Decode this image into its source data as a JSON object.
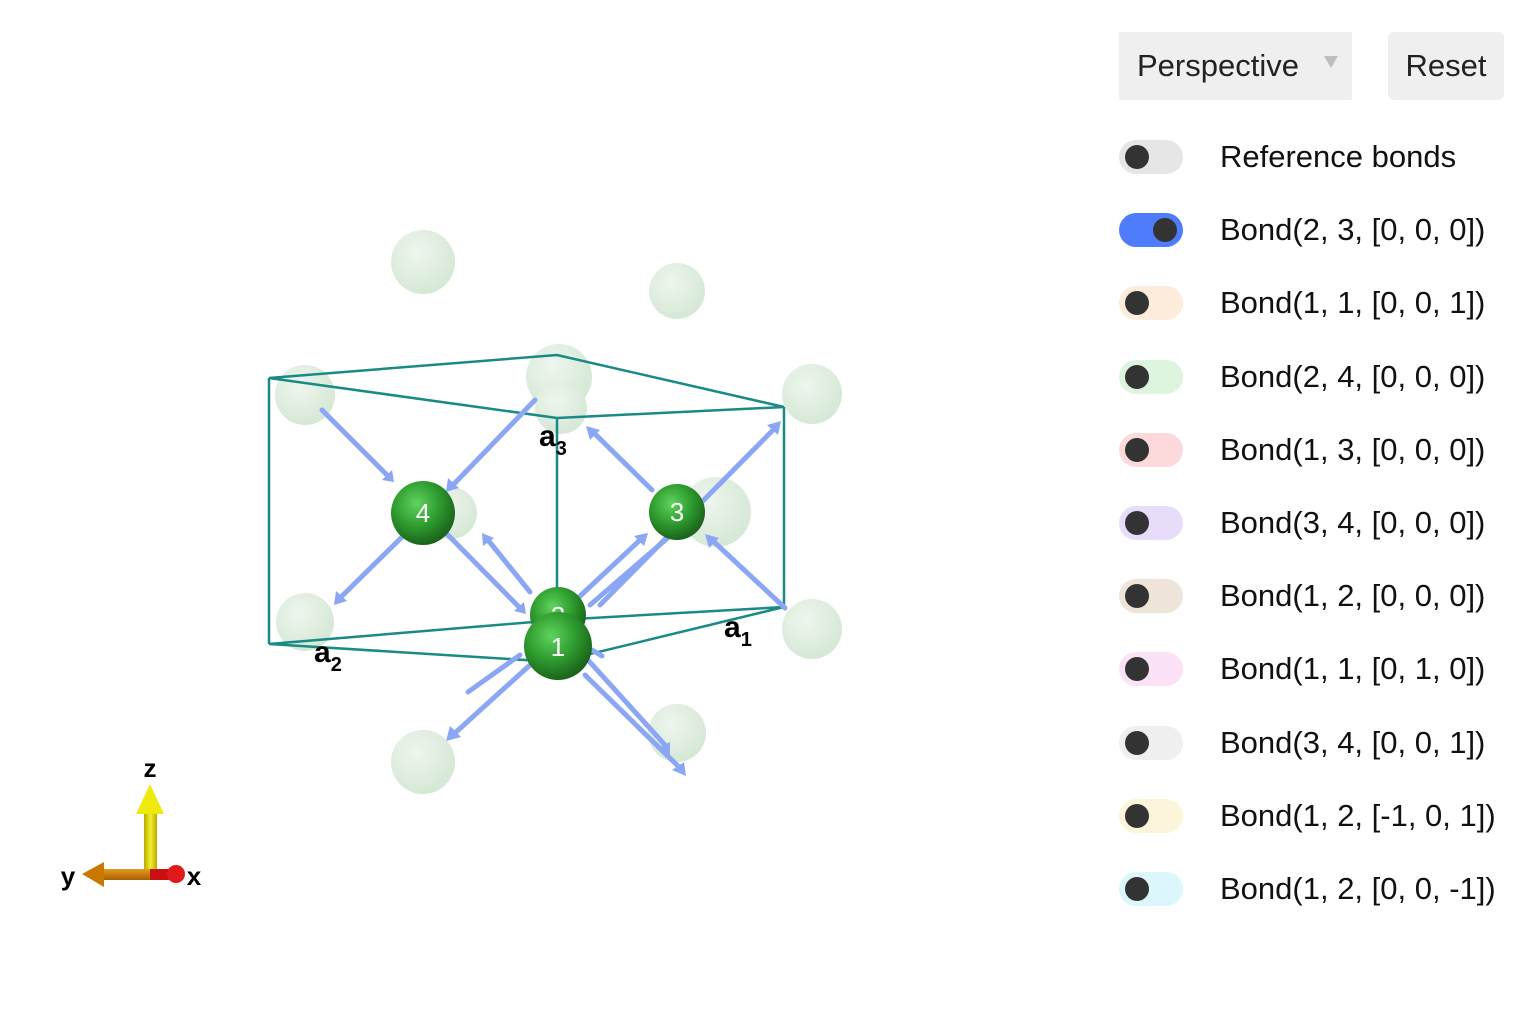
{
  "viewer": {
    "projection": "Perspective",
    "reset_label": "Reset",
    "atom_color": "#2e9c2e",
    "ghost_atom_color": "#dcebdc",
    "cell_color": "#1a8a85",
    "bond_arrow_color": "#8aa6f5",
    "atoms": [
      {
        "label": "1"
      },
      {
        "label": "2"
      },
      {
        "label": "3"
      },
      {
        "label": "4"
      }
    ],
    "lattice_labels": [
      {
        "main": "a",
        "sub": "1"
      },
      {
        "main": "a",
        "sub": "2"
      },
      {
        "main": "a",
        "sub": "3"
      }
    ],
    "axes": {
      "x": {
        "label": "x",
        "color": "#dd1111"
      },
      "y": {
        "label": "y",
        "color": "#cc7a00"
      },
      "z": {
        "label": "z",
        "color": "#e8e000"
      }
    }
  },
  "bonds": [
    {
      "label": "Reference bonds",
      "on": false,
      "track": "#e6e6e6"
    },
    {
      "label": "Bond(2, 3, [0, 0, 0])",
      "on": true,
      "track": "#4f7cfa"
    },
    {
      "label": "Bond(1, 1, [0, 0, 1])",
      "on": false,
      "track": "#fdebdc"
    },
    {
      "label": "Bond(2, 4, [0, 0, 0])",
      "on": false,
      "track": "#ddf5de"
    },
    {
      "label": "Bond(1, 3, [0, 0, 0])",
      "on": false,
      "track": "#fcdadb"
    },
    {
      "label": "Bond(3, 4, [0, 0, 0])",
      "on": false,
      "track": "#e7dcfa"
    },
    {
      "label": "Bond(1, 2, [0, 0, 0])",
      "on": false,
      "track": "#efe4da"
    },
    {
      "label": "Bond(1, 1, [0, 1, 0])",
      "on": false,
      "track": "#fbe2f6"
    },
    {
      "label": "Bond(3, 4, [0, 0, 1])",
      "on": false,
      "track": "#efefef"
    },
    {
      "label": "Bond(1, 2, [-1, 0, 1])",
      "on": false,
      "track": "#fcf5dc"
    },
    {
      "label": "Bond(1, 2, [0, 0, -1])",
      "on": false,
      "track": "#dbf7fb"
    }
  ]
}
